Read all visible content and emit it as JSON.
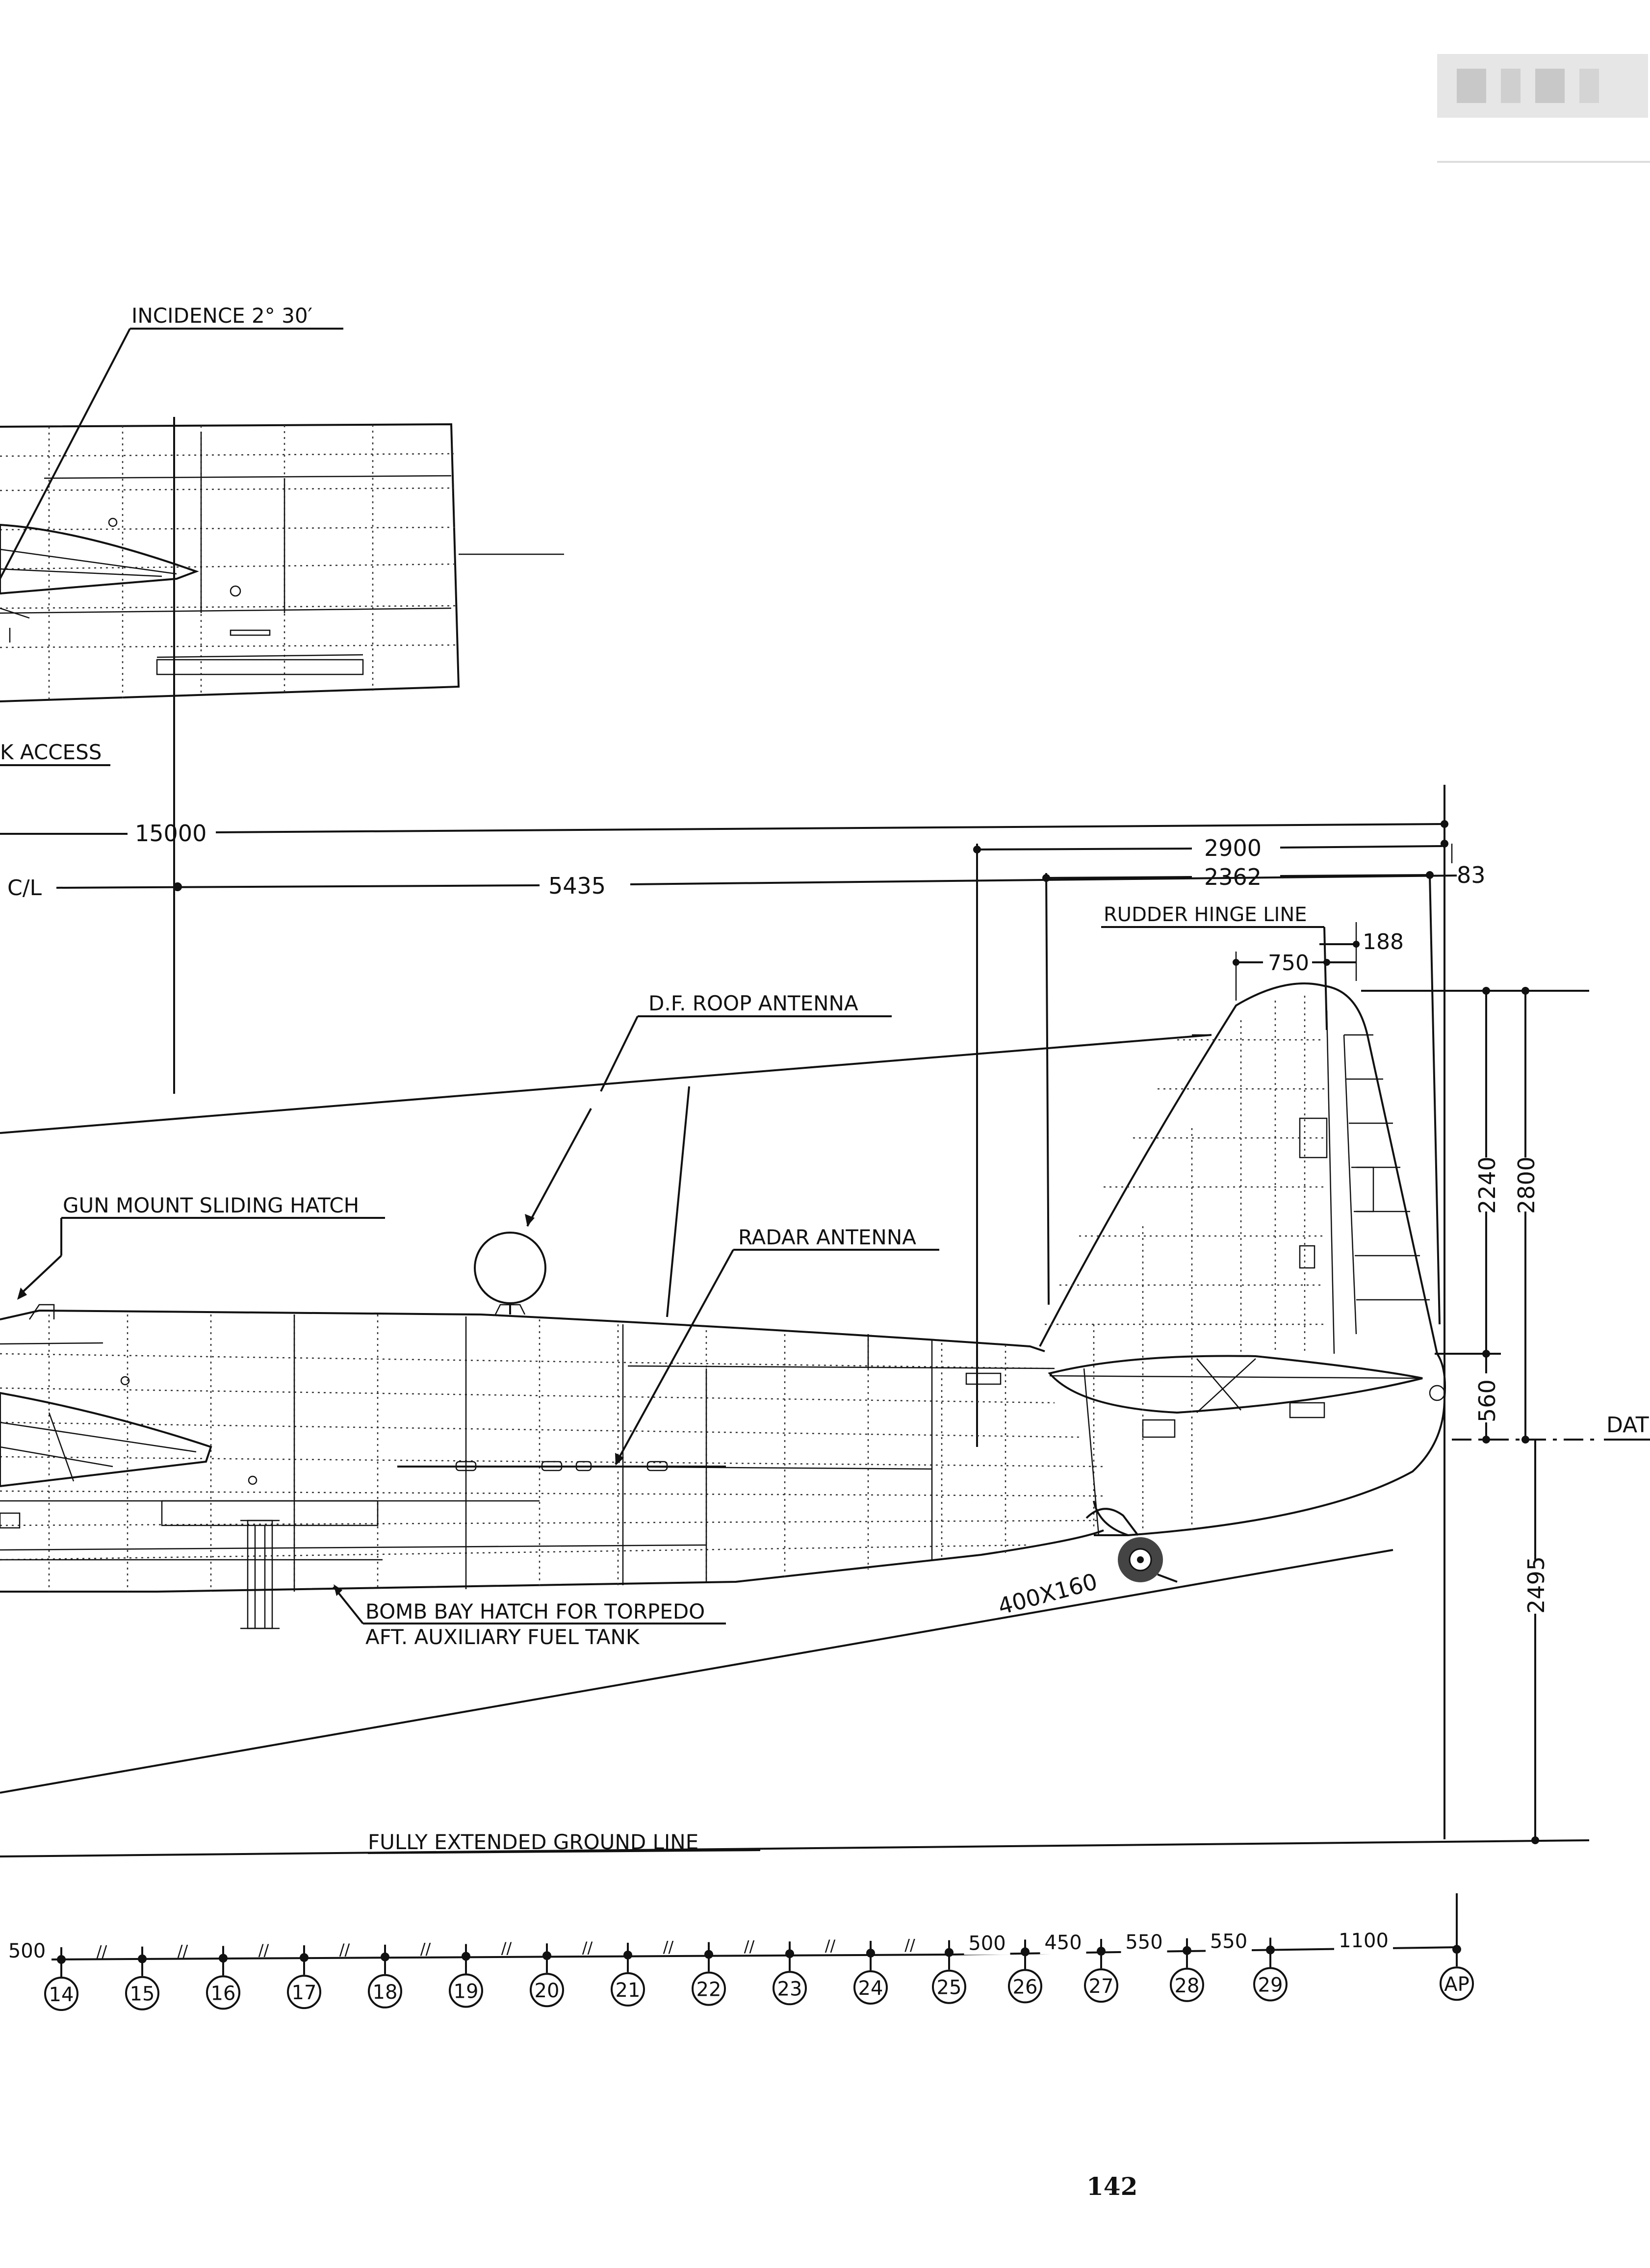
{
  "labels": {
    "incidence": "INCIDENCE 2° 30′",
    "access": "K ACCESS",
    "cl": "C/L",
    "rudder_hinge_line": "RUDDER HINGE LINE",
    "df_loop_antenna": "D.F. ROOP ANTENNA",
    "gun_mount_hatch": "GUN MOUNT SLIDING HATCH",
    "radar_antenna": "RADAR ANTENNA",
    "bomb_bay_hatch": "BOMB BAY HATCH FOR TORPEDO",
    "aft_fuel_tank": "AFT. AUXILIARY FUEL TANK",
    "tail_wheel": "400X160",
    "ground_line": "FULLY EXTENDED GROUND LINE",
    "datum": "DAT"
  },
  "dimensions": {
    "d15000": "15000",
    "d5435": "5435",
    "d2900": "2900",
    "d2362": "2362",
    "d83": "83",
    "d750": "750",
    "d188": "188",
    "d2240": "2240",
    "d2800": "2800",
    "d560": "560",
    "d2495": "2495"
  },
  "stations": {
    "numbers": [
      "14",
      "15",
      "16",
      "17",
      "18",
      "19",
      "20",
      "21",
      "22",
      "23",
      "24",
      "25",
      "26",
      "27",
      "28",
      "29",
      "AP"
    ],
    "spacings": [
      "500",
      "//",
      "//",
      "//",
      "//",
      "//",
      "//",
      "//",
      "//",
      "//",
      "//",
      "//",
      "500",
      "450",
      "550",
      "550",
      "1100"
    ]
  },
  "page_number": "142"
}
